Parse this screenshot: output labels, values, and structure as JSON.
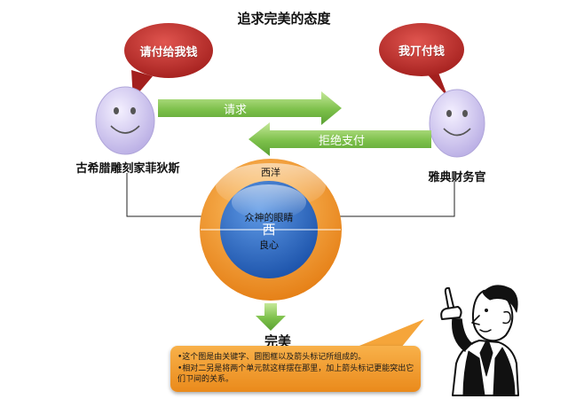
{
  "title": "追求完美的态度",
  "left_bubble": "请付给我钱",
  "right_bubble": "我丌付钱",
  "request_arrow": "请求",
  "refuse_arrow": "拒绝支付",
  "left_person": "古希腊雕刻家菲狄斯",
  "right_person": "雅典财务官",
  "outer_ring": "西洋",
  "inner_circle_top": "众神的眼睛",
  "inner_circle_middle": "西",
  "inner_circle_bottom": "良心",
  "result_label": "完美",
  "notes": [
    "•这个图是由关键字、圆图框以及箭头标记所组成的。",
    "•相对二另是将两个单元就这样摆在那里，加上箭头标记更能突出它们ㄗ间的关系。"
  ],
  "colors": {
    "bubble_red": "#c0302e",
    "arrow_green": "#7cc04a",
    "ring_orange": "#f08c1e",
    "inner_blue": "#2e6fc9",
    "note_orange": "#f39c2e",
    "face_lavender": "#d6cdf0"
  }
}
